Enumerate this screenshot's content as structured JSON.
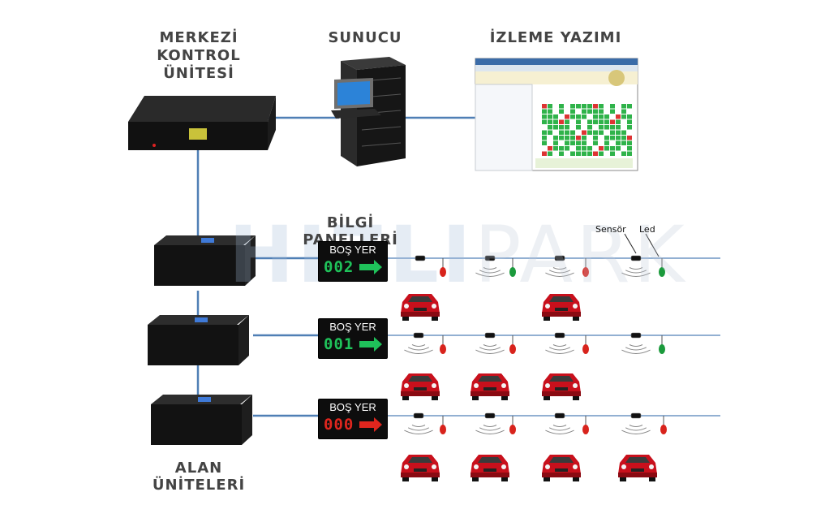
{
  "labels": {
    "central_control": "MERKEZİ KONTROL\nÜNİTESİ",
    "server": "SUNUCU",
    "monitoring_software": "İZLEME YAZIMI",
    "info_panels": "BİLGİ PANELLERİ",
    "field_units": "ALAN ÜNİTELERİ",
    "sensor": "Sensör",
    "led": "Led"
  },
  "watermark": {
    "bold": "HIZLI",
    "light": "PARK"
  },
  "panels": [
    {
      "title": "BOŞ YER",
      "value": "002",
      "color": "#1fc25a"
    },
    {
      "title": "BOŞ YER",
      "value": "001",
      "color": "#1fc25a"
    },
    {
      "title": "BOŞ YER",
      "value": "000",
      "color": "#e0261e"
    }
  ],
  "colors": {
    "line": "#4f7fb5",
    "car": "#c8101c",
    "led_green": "#1b9a3c",
    "led_red": "#d8231c"
  }
}
